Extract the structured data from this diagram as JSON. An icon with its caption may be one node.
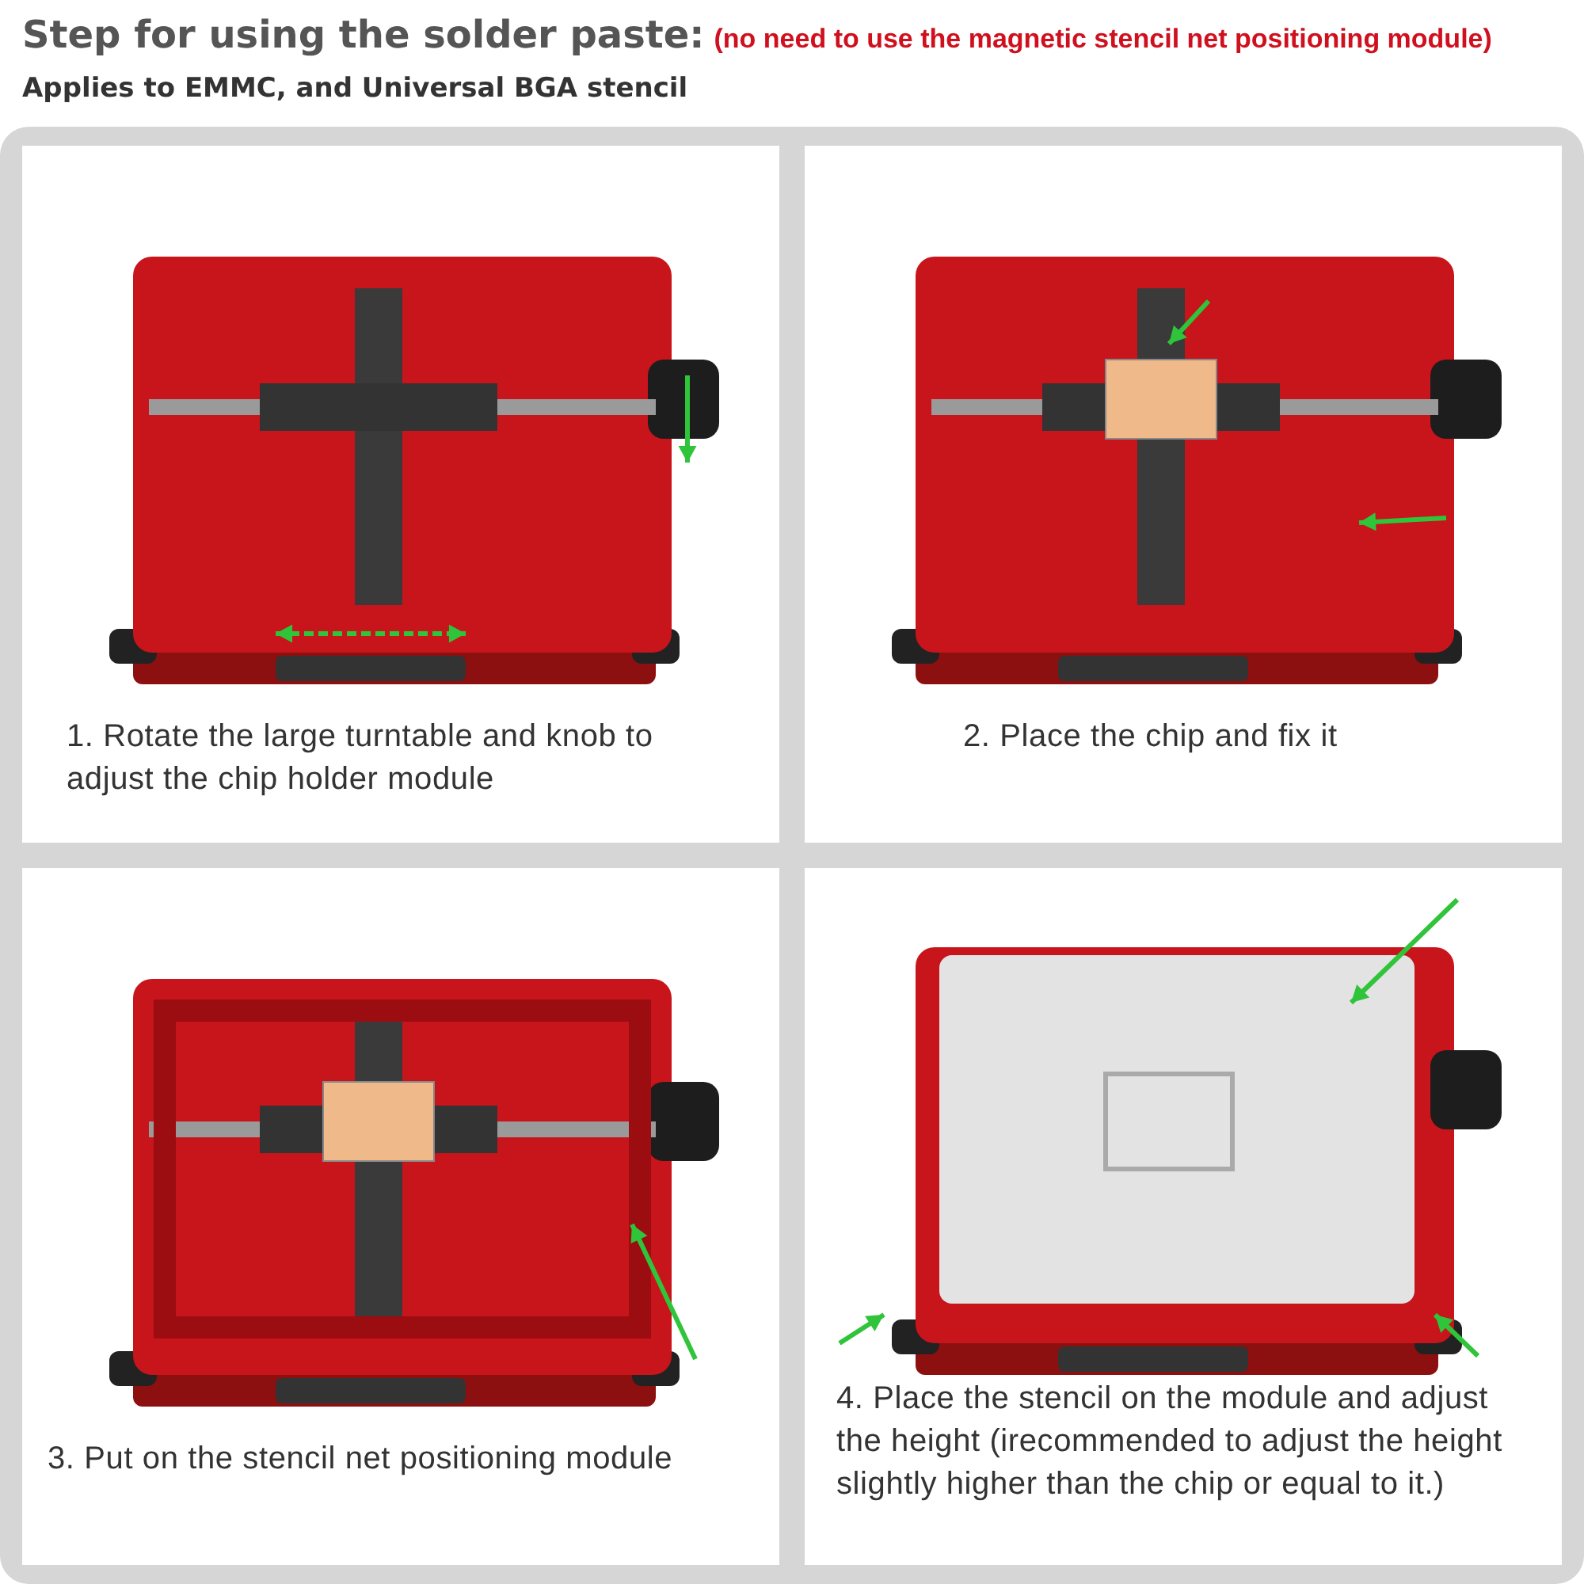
{
  "diagram": {
    "title": "Step for using the solder paste:",
    "nodes": [
      {
        "text": [
          "1. Rotate the large turntable and knob to adjust the chip holder module"
        ]
      },
      {
        "text": [
          "2. Place the chip and fix it"
        ]
      },
      {
        "text": [
          "3. Put on the stencil net positioning module"
        ]
      },
      {
        "text": [
          "4. Place the stencil on the module and adjust the height (irecommended to adjust the height slightly higher than the chip or equal to it.)"
        ]
      }
    ],
    "labels": [
      "(no need to use the magnetic stencil net positioning module)",
      "Applies to EMMC, and Universal BGA stencil"
    ]
  }
}
